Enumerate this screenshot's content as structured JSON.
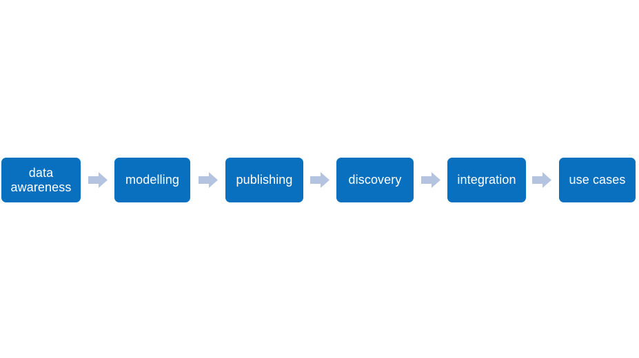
{
  "diagram": {
    "type": "process-flow",
    "orientation": "horizontal",
    "background_color": "#FFFFFF",
    "box_fill_color": "#0870BF",
    "box_text_color": "#FFFFFF",
    "arrow_color": "#B4C4E0",
    "steps": [
      {
        "id": "data-awareness",
        "label": "data\nawareness"
      },
      {
        "id": "modelling",
        "label": "modelling"
      },
      {
        "id": "publishing",
        "label": "publishing"
      },
      {
        "id": "discovery",
        "label": "discovery"
      },
      {
        "id": "integration",
        "label": "integration"
      },
      {
        "id": "use-cases",
        "label": "use cases"
      }
    ],
    "connectors": [
      {
        "id": "arrow-1",
        "icon": "right-arrow-icon",
        "from": "data-awareness",
        "to": "modelling"
      },
      {
        "id": "arrow-2",
        "icon": "right-arrow-icon",
        "from": "modelling",
        "to": "publishing"
      },
      {
        "id": "arrow-3",
        "icon": "right-arrow-icon",
        "from": "publishing",
        "to": "discovery"
      },
      {
        "id": "arrow-4",
        "icon": "right-arrow-icon",
        "from": "discovery",
        "to": "integration"
      },
      {
        "id": "arrow-5",
        "icon": "right-arrow-icon",
        "from": "integration",
        "to": "use-cases"
      }
    ]
  }
}
